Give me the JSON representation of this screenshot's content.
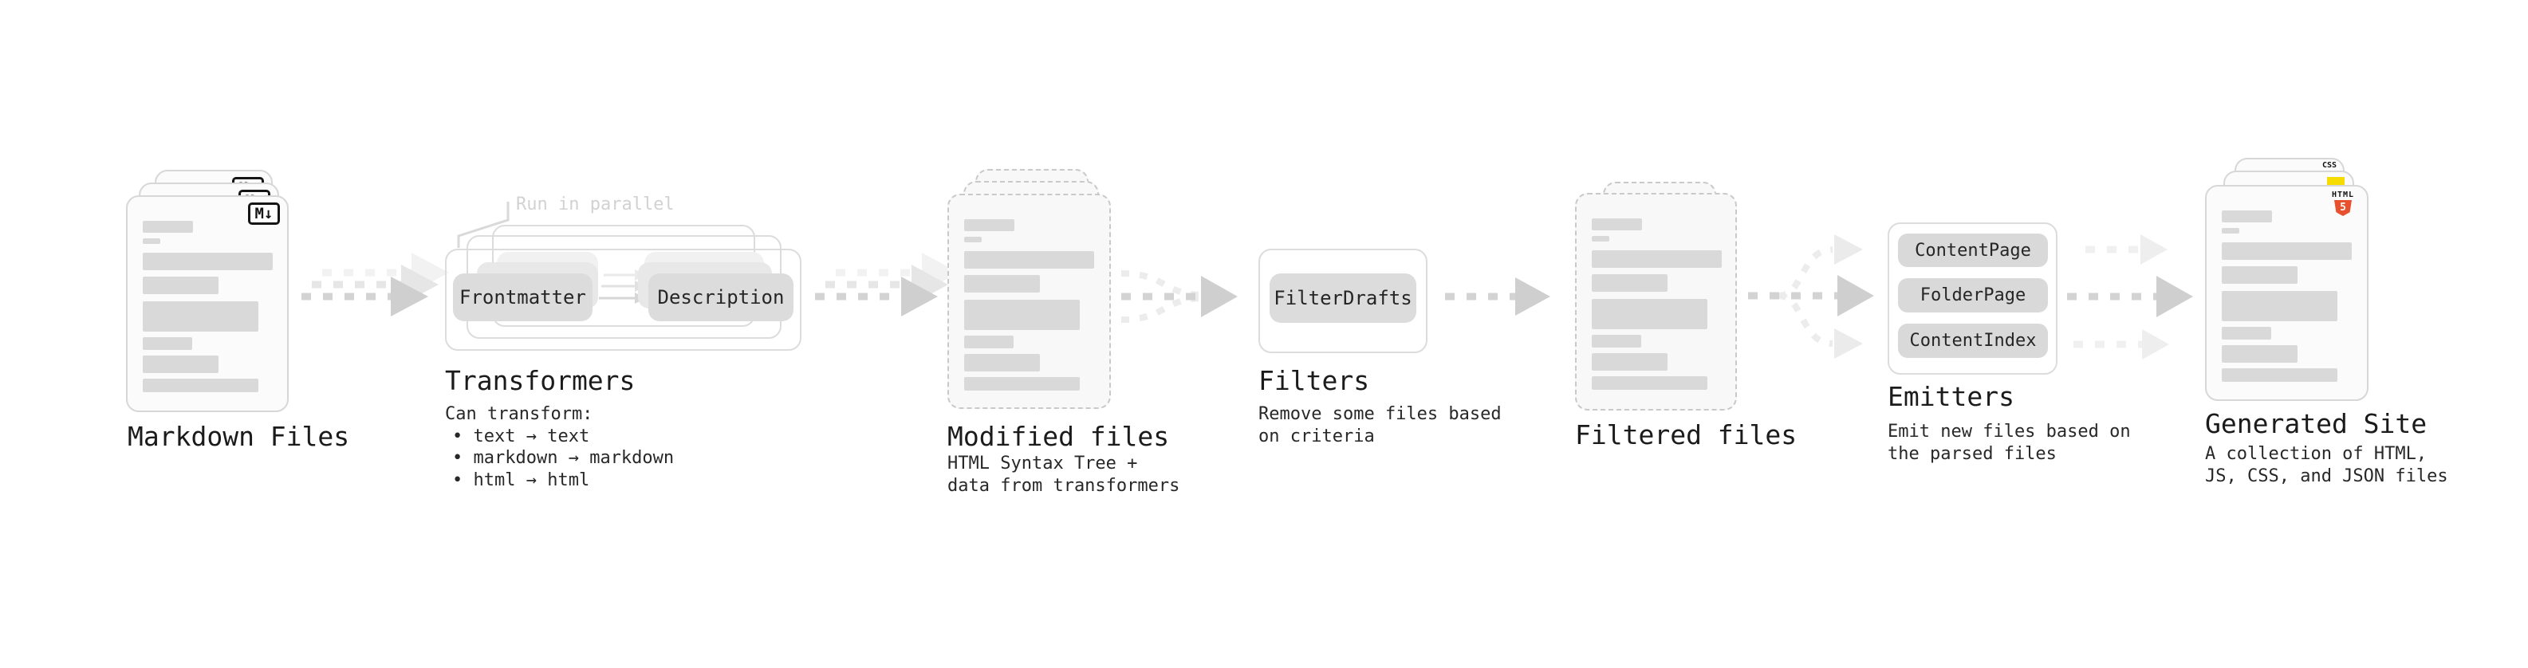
{
  "diagram": {
    "markdown": {
      "title": "Markdown Files",
      "badge": "M↓"
    },
    "transformers": {
      "title": "Transformers",
      "callout": "Run in parallel",
      "pill_left": "Frontmatter",
      "pill_right": "Description",
      "desc_heading": "Can transform:",
      "bullet_char": "•",
      "bullets": [
        "text → text",
        "markdown → markdown",
        "html → html"
      ]
    },
    "modified": {
      "title": "Modified files",
      "desc": [
        "HTML Syntax Tree +",
        "data from transformers"
      ]
    },
    "filters": {
      "title": "Filters",
      "pill": "FilterDrafts",
      "desc": [
        "Remove some files based",
        "on criteria"
      ]
    },
    "filtered": {
      "title": "Filtered files"
    },
    "emitters": {
      "title": "Emitters",
      "pills": [
        "ContentPage",
        "FolderPage",
        "ContentIndex"
      ],
      "desc": [
        "Emit new files based on",
        "the parsed files"
      ]
    },
    "generated": {
      "title": "Generated Site",
      "desc": [
        "A collection of HTML,",
        "JS, CSS, and JSON files"
      ],
      "badges": {
        "css": "CSS",
        "html_text": "HTML",
        "html_num": "5"
      }
    },
    "colors": {
      "html_orange": "#e8502e",
      "js_yellow": "#f6dc00",
      "css_blue": "#2b62e9",
      "bar_gray": "#d9d9d9",
      "pill_gray": "#dcdcdc",
      "arrow_gray": "#d2d2d2"
    }
  }
}
